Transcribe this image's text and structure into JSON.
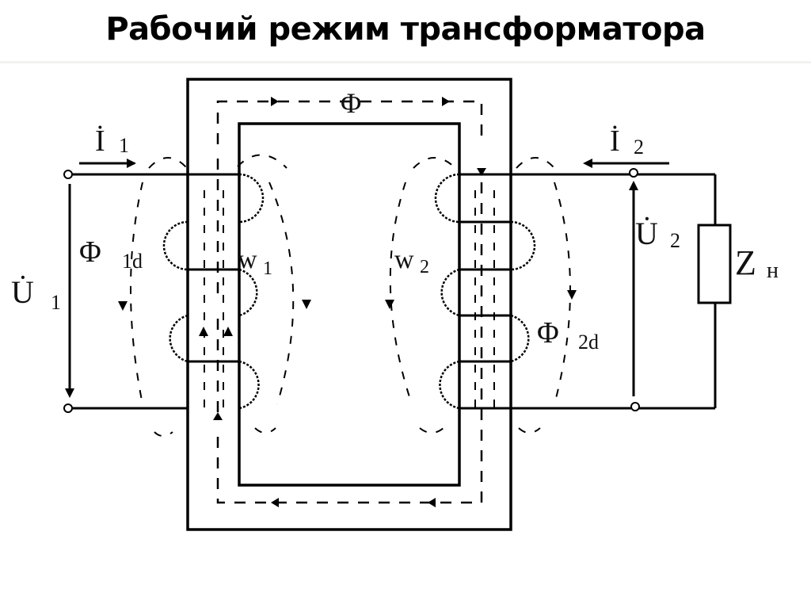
{
  "title": "Рабочий режим трансформатора",
  "diagram": {
    "labels": {
      "main_flux": "Φ",
      "i1": "İ",
      "i1_sub": "1",
      "i2": "İ",
      "i2_sub": "2",
      "u1": "U̇",
      "u1_sub": "1",
      "u2": "U̇",
      "u2_sub": "2",
      "phi1d": "Φ",
      "phi1d_sub": "1d",
      "phi2d": "Φ",
      "phi2d_sub": "2d",
      "w1": "w",
      "w1_sub": "1",
      "w2": "w",
      "w2_sub": "2",
      "load": "Z",
      "load_sub": "н"
    }
  }
}
